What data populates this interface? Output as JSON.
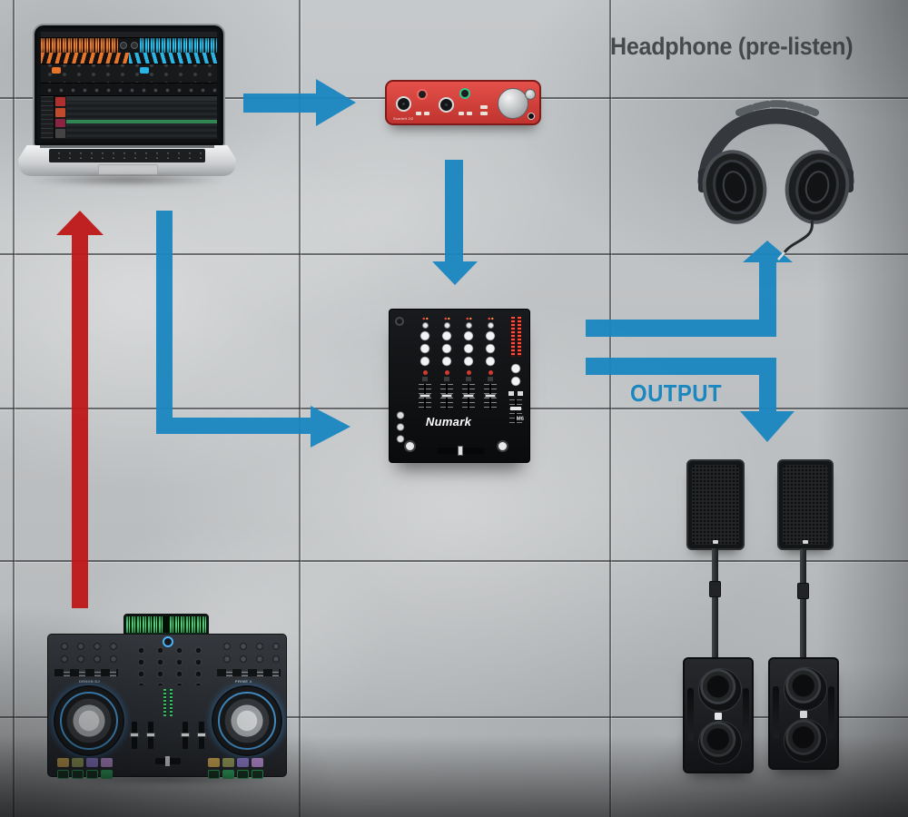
{
  "labels": {
    "headphone": "Headphone (pre-listen)",
    "output": "OUTPUT"
  },
  "colors": {
    "arrow_blue": "#1a87c0",
    "arrow_red": "#bf1718",
    "headphone_label": "#47494b",
    "output_label": "#1a87c0",
    "wall": "#bfc2c4"
  },
  "devices": {
    "laptop": {
      "name": "Laptop running DJ software"
    },
    "audio_interface": {
      "name": "USB audio interface",
      "brand": "Scarlett 2i2"
    },
    "headphones": {
      "name": "Headphones for pre-listening"
    },
    "mixer": {
      "name": "4-channel DJ mixer",
      "brand": "Numark",
      "model": "M6"
    },
    "controller": {
      "name": "Standalone DJ system",
      "brand": "DENON DJ",
      "model": "PRIME 4"
    },
    "pa_tops": {
      "name": "PA speakers on poles"
    },
    "subwoofers": {
      "name": "Subwoofers"
    }
  },
  "connections": [
    {
      "from": "laptop",
      "to": "audio_interface",
      "style": "blue"
    },
    {
      "from": "audio_interface",
      "to": "mixer",
      "style": "blue"
    },
    {
      "from": "laptop",
      "to": "mixer",
      "style": "blue"
    },
    {
      "from": "controller",
      "to": "laptop",
      "style": "red"
    },
    {
      "from": "mixer",
      "to": "headphones",
      "style": "blue"
    },
    {
      "from": "mixer",
      "to": "pa_tops",
      "style": "blue",
      "label": "OUTPUT"
    }
  ]
}
